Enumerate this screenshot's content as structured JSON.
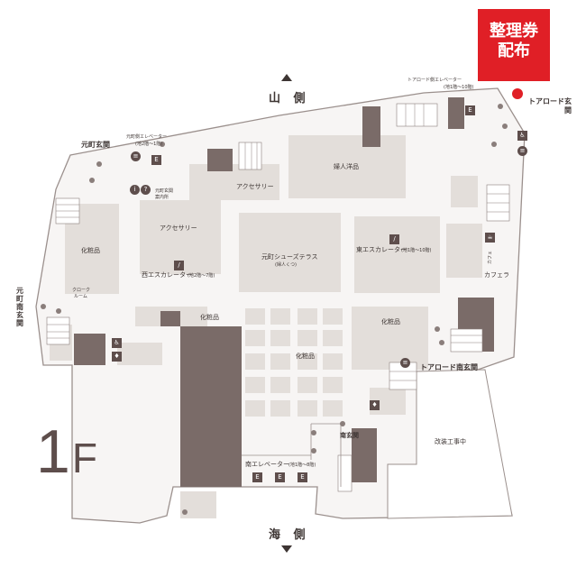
{
  "floor_label": {
    "main": "1",
    "suffix": "F"
  },
  "badge": {
    "line1": "整理券",
    "line2": "配布"
  },
  "directions": {
    "north": "山 側",
    "south": "海 側"
  },
  "entrances": {
    "motomachi": "元町玄関",
    "motomachi_south": "元町南玄関",
    "tor_road": "トアロード玄関",
    "tor_road_south": "トアロード南玄関",
    "south": "南玄関"
  },
  "elevators": {
    "tor_road_side": "トアロード側エレベーター",
    "tor_road_side_floors": "(地1階〜10階)",
    "motomachi_side": "元町側エレベーター",
    "motomachi_side_floors": "(地2階〜1階)",
    "south": "南エレベーター",
    "south_floors": "(地1階〜8階)"
  },
  "escalators": {
    "east": "東エスカレーター",
    "east_floors": "(地1階〜10階)",
    "west": "西エスカレーター",
    "west_floors": "(地2階〜7階)"
  },
  "zones": {
    "ladies": "婦人洋品",
    "accessory1": "アクセサリー",
    "accessory2": "アクセサリー",
    "shoes_line1": "元町シューズテラス",
    "shoes_line2": "(婦人くつ)",
    "cosmetics_w": "化粧品",
    "cosmetics_c1": "化粧品",
    "cosmetics_c2": "化粧品",
    "cosmetics_e": "化粧品",
    "cloak1": "クローク",
    "cloak2": "ルーム",
    "info1": "元町玄関",
    "info2": "案内所",
    "cafe1": "カフェ",
    "cafe2": "カフェラ",
    "renovation": "改装工事中"
  },
  "icons": [
    "elevator-icon",
    "stairs-icon",
    "accessible-icon",
    "info-icon",
    "restroom-icon",
    "escalator-icon"
  ]
}
